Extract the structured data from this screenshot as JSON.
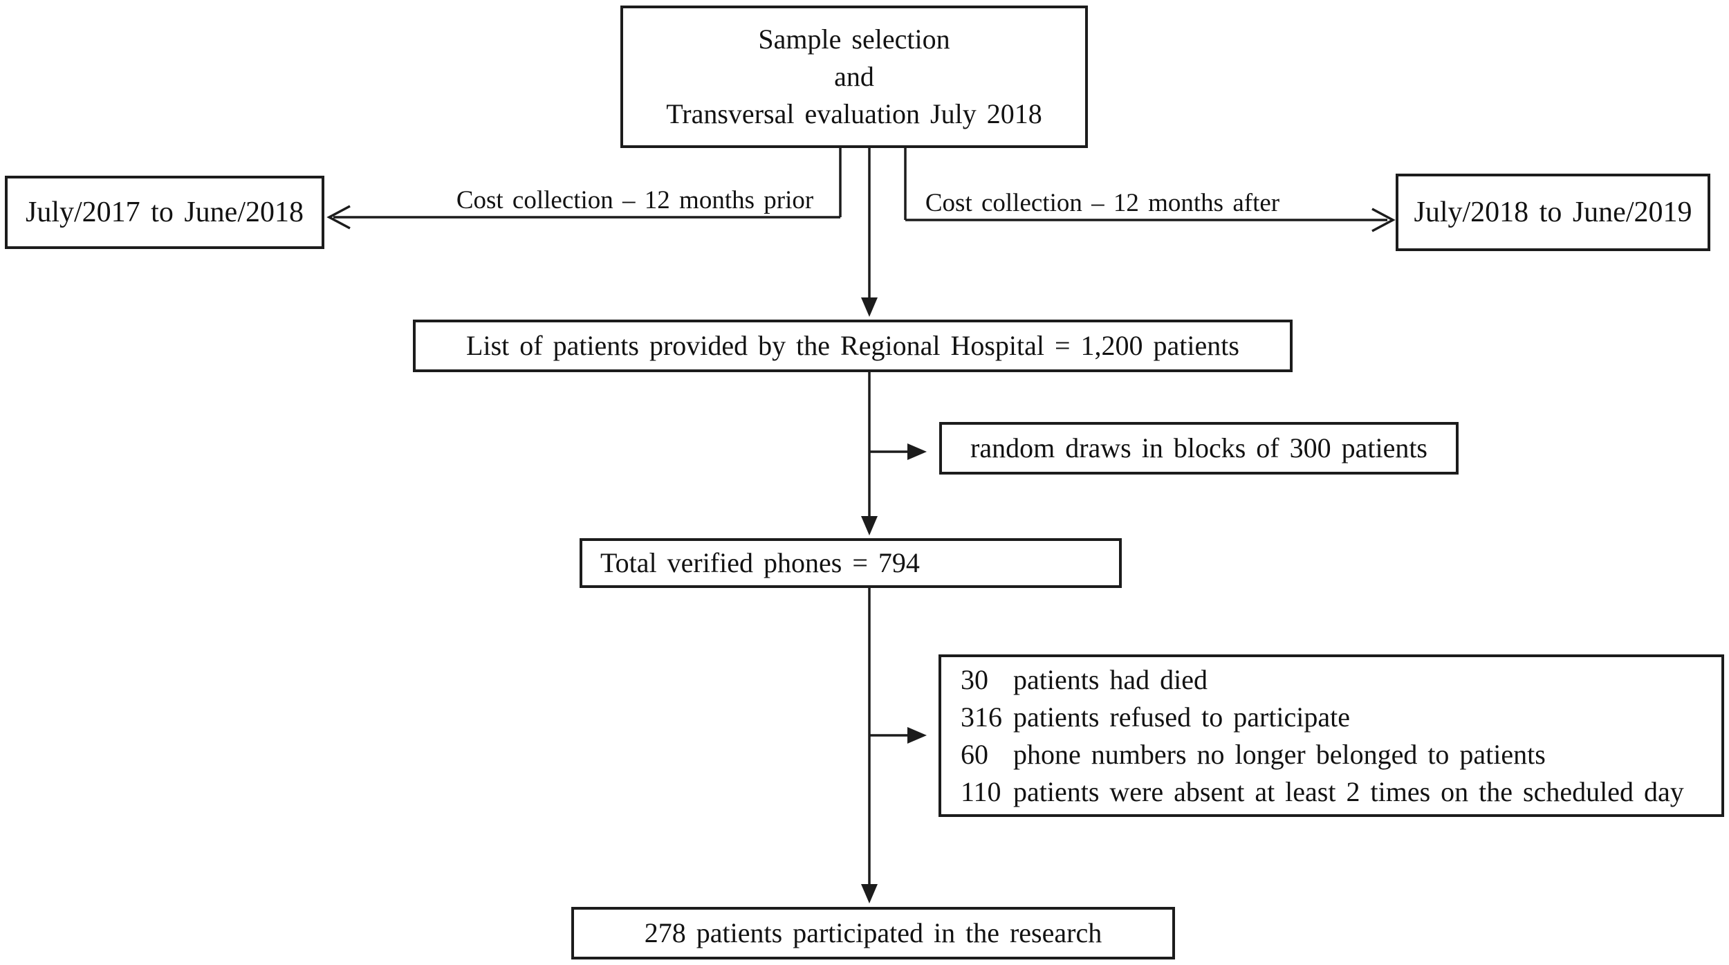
{
  "nodes": {
    "sample_selection": {
      "line1": "Sample selection",
      "line2": "and",
      "line3": "Transversal evaluation July 2018"
    },
    "period_prior": {
      "label": "July/2017 to June/2018"
    },
    "period_after": {
      "label": "July/2018 to June/2019"
    },
    "patient_list": {
      "label": "List of patients provided by the Regional Hospital = 1,200 patients"
    },
    "random_draws": {
      "label": "random draws in blocks of 300 patients"
    },
    "verified_phones": {
      "label": "Total verified phones = 794"
    },
    "exclusions": {
      "items": [
        {
          "num": "30",
          "text": "patients had died"
        },
        {
          "num": "316",
          "text": "patients refused to participate"
        },
        {
          "num": "60",
          "text": "phone numbers no longer belonged to patients"
        },
        {
          "num": "110",
          "text": "patients were absent at least 2 times on the scheduled day"
        }
      ]
    },
    "participants": {
      "label": "278 patients participated in the research"
    }
  },
  "edges": {
    "cost_prior": "Cost collection – 12 months prior",
    "cost_after": "Cost collection – 12 months after"
  },
  "colors": {
    "line": "#1c1c1c",
    "border": "#1c1c1c",
    "background": "#ffffff",
    "text": "#121212"
  }
}
